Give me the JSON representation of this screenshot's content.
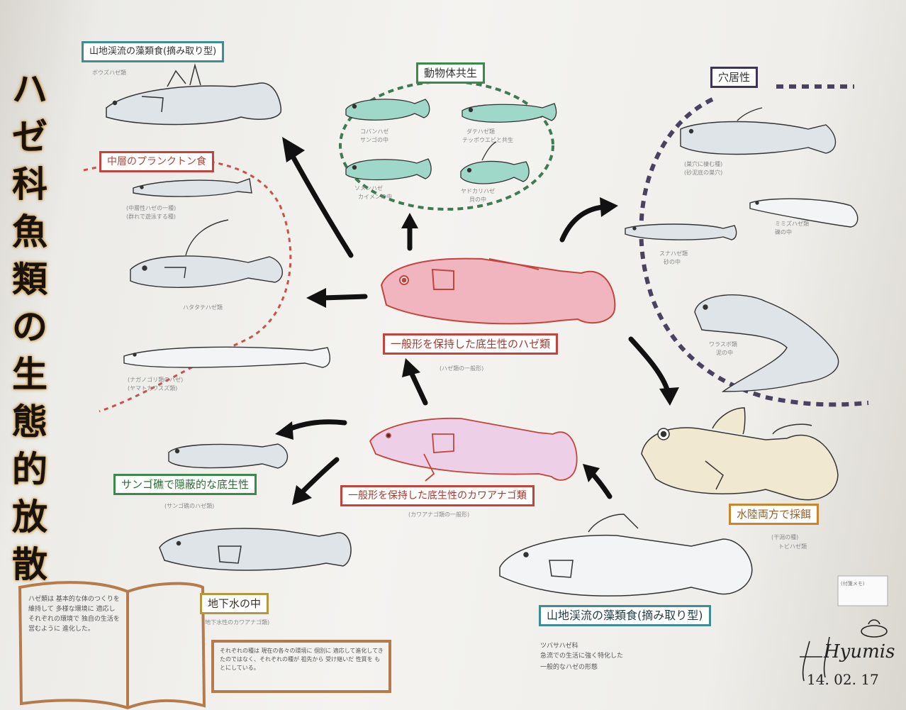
{
  "title": [
    "ハ",
    "ゼ",
    "科",
    "魚",
    "類",
    "の",
    "生",
    "態",
    "的",
    "放",
    "散"
  ],
  "colors": {
    "teal": "#3f8d94",
    "red": "#c2453d",
    "green": "#3a8a4a",
    "purple": "#3e3555",
    "orange": "#c9862f",
    "pink_fish": "#f1b5bf",
    "lavender_fish": "#edd0e7",
    "mint_fish": "#9fd8c9",
    "gray_fish": "#dfe4e8",
    "beige_fish": "#f0e8d0"
  },
  "labels": {
    "algae_top": "山地渓流の藻類食(摘み取り型)",
    "plankton": "中層のプランクトン食",
    "symbiosis": "動物体共生",
    "burrow": "穴居性",
    "center_goby": "一般形を保持した底生性のハゼ類",
    "center_kawaanago": "一般形を保持した底生性のカワアナゴ類",
    "coral": "サンゴ礁で隠蔽的な底生性",
    "amphibious": "水陸両方で採餌",
    "groundwater": "地下水の中",
    "algae_bottom": "山地渓流の藻類食(摘み取り型)"
  },
  "captions": {
    "algae_top": "ボウズハゼ類",
    "plankton_1": "(中層性ハゼの一種)",
    "plankton_1b": "(群れで遊泳する種)",
    "plankton_2": "ハタタテハゼ類",
    "plankton_3": "(ナガノゴリ類のハゼ)",
    "plankton_3b": "(ヤマトカワスズ類)",
    "sym_1": "コバンハゼ",
    "sym_1b": "サンゴの中",
    "sym_2": "ダテハゼ類",
    "sym_2b": "テッポウエビと共生",
    "sym_3": "ソメンハゼ",
    "sym_3b": "カイメンの中",
    "sym_4": "ヤドカリハゼ",
    "sym_4b": "貝の中",
    "burrow_1": "(巣穴に棲む種)",
    "burrow_1b": "(砂泥底の巣穴)",
    "burrow_2": "ミミズハゼ類",
    "burrow_2b": "礫の中",
    "burrow_3": "スナハゼ類",
    "burrow_3b": "砂の中",
    "burrow_4": "ワラスボ類",
    "burrow_4b": "泥の中",
    "center_goby": "(ハゼ類の一般形)",
    "center_kawaanago": "(カワアナゴ類の一般形)",
    "coral": "(サンゴ礁のハゼ類)",
    "amphibious": "(干潟の種)",
    "amphibious_b": "トビハゼ類",
    "groundwater": "(地下水性のカワアナゴ類)"
  },
  "notes": {
    "left_para": "ハゼ類は 基本的な体のつくりを 維持して 多様な環境に 適応し それぞれの環境で 独自の生活を 営むように 進化した。",
    "right_para": "それぞれの種は 現在の各々の環境に 個別に 適応して進化してきたのではなく、それぞれの種が 祖先から 受け継いだ 性質を もとにしている。",
    "algae_text_1": "ツバサハゼ科",
    "algae_text_2": "急流での生活に強く特化した",
    "algae_text_3": "一般的なハゼの形態",
    "tag": "(付箋メモ)"
  },
  "signature": {
    "name": "Hyumis",
    "date": "14. 02. 17"
  }
}
